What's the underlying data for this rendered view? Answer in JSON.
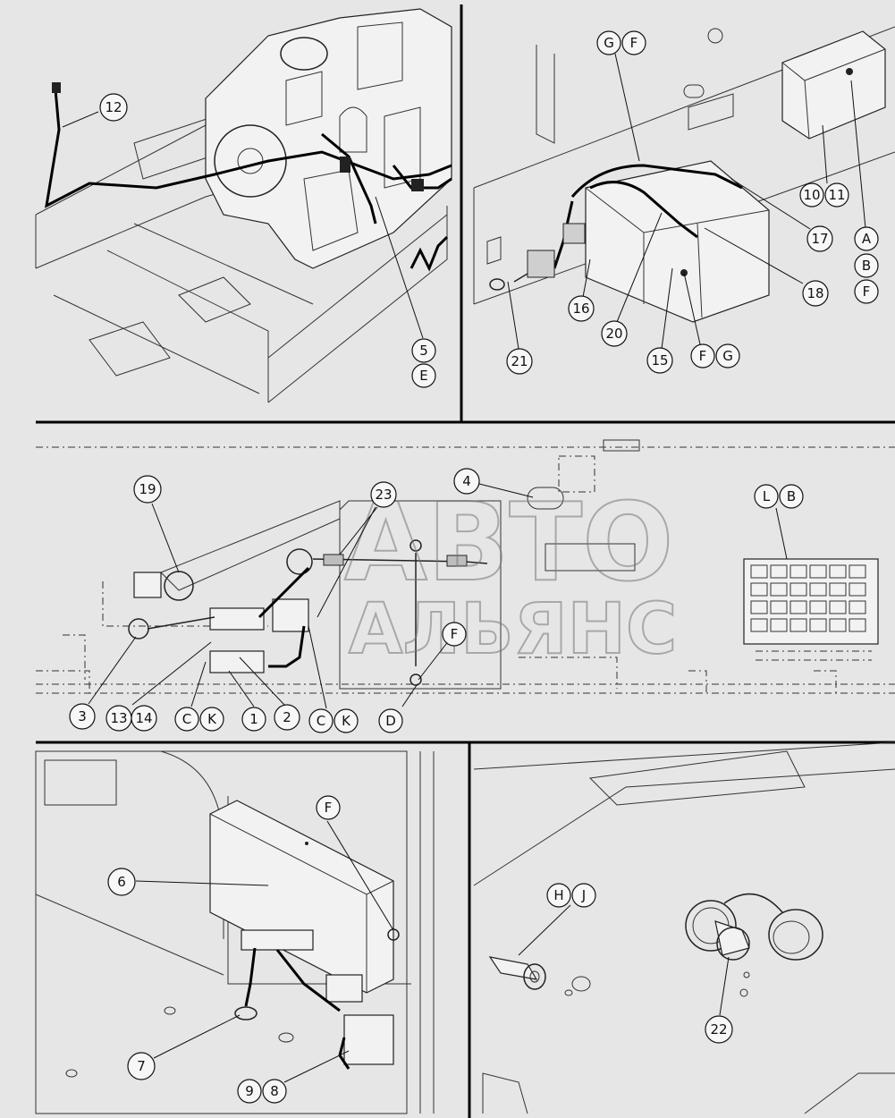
{
  "panels": [
    {
      "id": "engine-harness",
      "callouts": [
        "12",
        "5",
        "E"
      ]
    },
    {
      "id": "battery-box",
      "callouts": [
        "G",
        "F",
        "10",
        "11",
        "17",
        "A",
        "B",
        "F",
        "18",
        "16",
        "20",
        "15",
        "F",
        "G",
        "21"
      ]
    },
    {
      "id": "fuse-relay-layout",
      "callouts": [
        "19",
        "23",
        "4",
        "L",
        "B",
        "F",
        "3",
        "13",
        "14",
        "C",
        "K",
        "1",
        "2",
        "C",
        "K",
        "D"
      ]
    },
    {
      "id": "controller-module",
      "callouts": [
        "F",
        "6",
        "7",
        "9",
        "8"
      ]
    },
    {
      "id": "power-socket",
      "callouts": [
        "H",
        "J",
        "22"
      ]
    }
  ],
  "watermark": {
    "line1": "АВТО",
    "line2": "АЛЬЯНС"
  }
}
